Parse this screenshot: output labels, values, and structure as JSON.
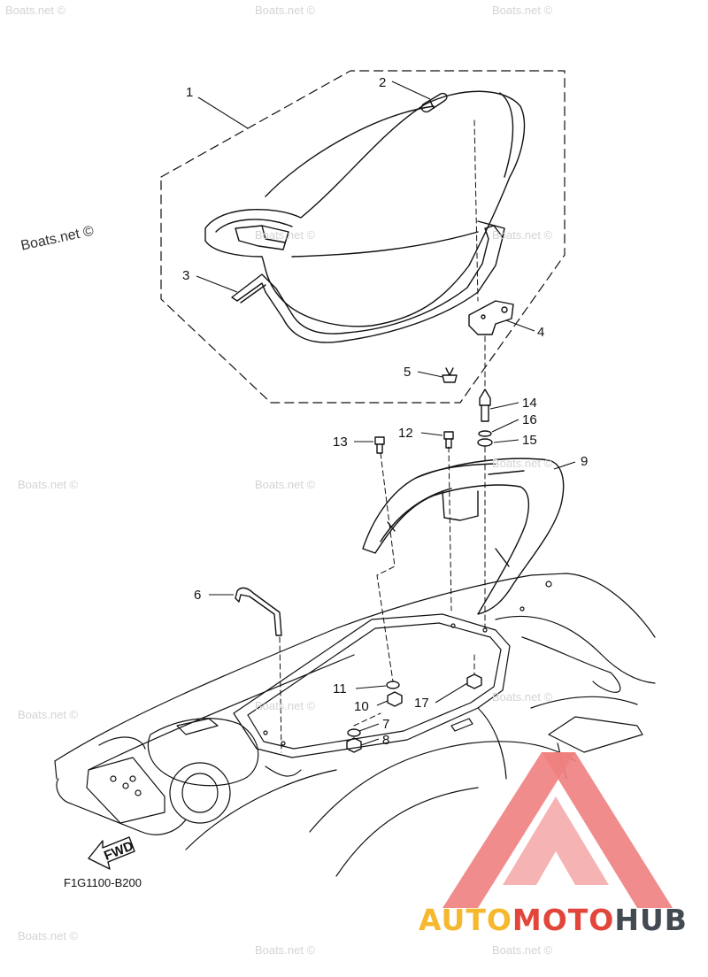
{
  "watermarks": {
    "repeated": "Boats.net ©",
    "prominent": "Boats.net ©"
  },
  "parts": [
    {
      "ref": "1"
    },
    {
      "ref": "2"
    },
    {
      "ref": "3"
    },
    {
      "ref": "4"
    },
    {
      "ref": "5"
    },
    {
      "ref": "6"
    },
    {
      "ref": "7"
    },
    {
      "ref": "8"
    },
    {
      "ref": "9"
    },
    {
      "ref": "10"
    },
    {
      "ref": "11"
    },
    {
      "ref": "12"
    },
    {
      "ref": "13"
    },
    {
      "ref": "14"
    },
    {
      "ref": "15"
    },
    {
      "ref": "16"
    },
    {
      "ref": "17"
    }
  ],
  "fwd_label": "FWD",
  "diagram_code": "F1G1100-B200",
  "logo": {
    "part_a": "AUTO",
    "part_b": "MOTO",
    "part_c": "HUB",
    "colors": {
      "auto": "#f5b82e",
      "moto": "#e2463a",
      "hub": "#444a52",
      "triangle": "#f08080"
    }
  }
}
